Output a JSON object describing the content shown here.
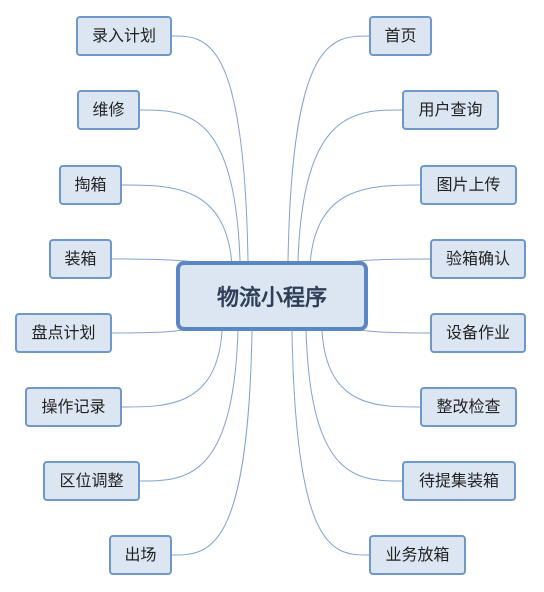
{
  "center": {
    "label": "物流小程序"
  },
  "left_nodes": [
    {
      "label": "录入计划"
    },
    {
      "label": "维修"
    },
    {
      "label": "掏箱"
    },
    {
      "label": "装箱"
    },
    {
      "label": "盘点计划"
    },
    {
      "label": "操作记录"
    },
    {
      "label": "区位调整"
    },
    {
      "label": "出场"
    }
  ],
  "right_nodes": [
    {
      "label": "首页"
    },
    {
      "label": "用户查询"
    },
    {
      "label": "图片上传"
    },
    {
      "label": "验箱确认"
    },
    {
      "label": "设备作业"
    },
    {
      "label": "整改检查"
    },
    {
      "label": "待提集装箱"
    },
    {
      "label": "业务放箱"
    }
  ],
  "colors": {
    "node_fill": "#dce6f2",
    "node_border": "#6f97c8",
    "center_border": "#5b86c4",
    "connector": "#7fa3cf"
  }
}
